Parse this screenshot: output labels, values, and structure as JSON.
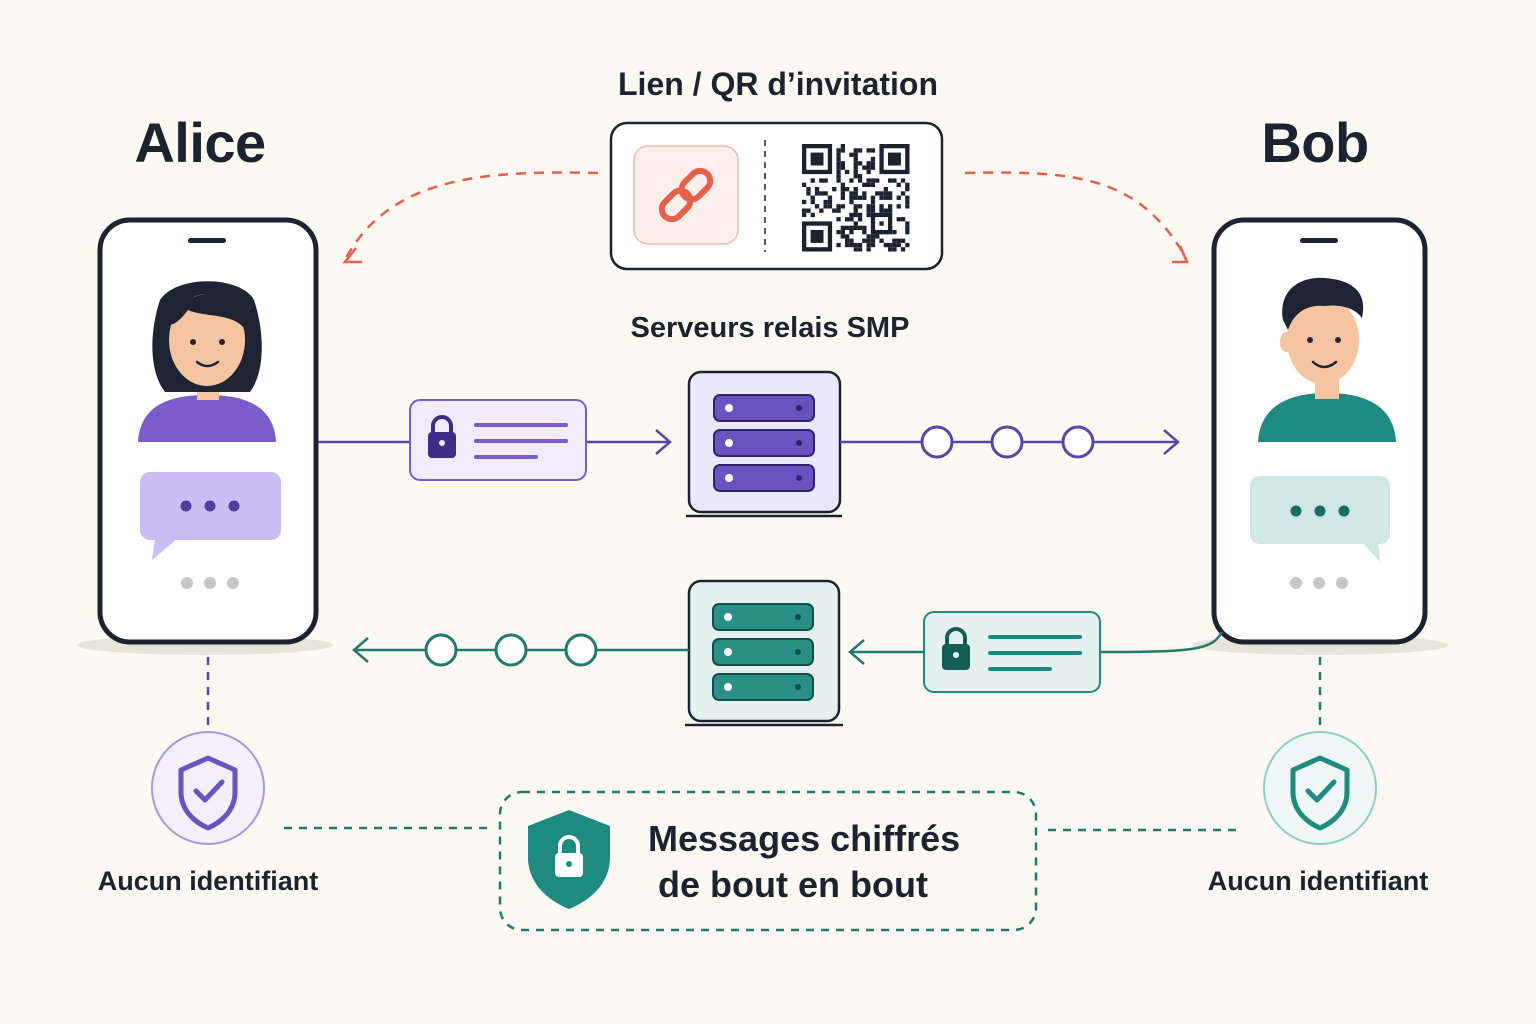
{
  "invite": {
    "title": "Lien / QR d’invitation"
  },
  "relay": {
    "title": "Serveurs relais SMP"
  },
  "users": [
    {
      "name": "Alice",
      "badge": "Aucun identifiant"
    },
    {
      "name": "Bob",
      "badge": "Aucun identifiant"
    }
  ],
  "e2e": {
    "line1": "Messages chiffrés",
    "line2": "de bout en bout"
  },
  "colors": {
    "alice_accent": "#7a5ccc",
    "bob_accent": "#1f8a80",
    "invite_accent": "#e8604a",
    "ink": "#1b2230",
    "background": "#fcf9f2"
  }
}
